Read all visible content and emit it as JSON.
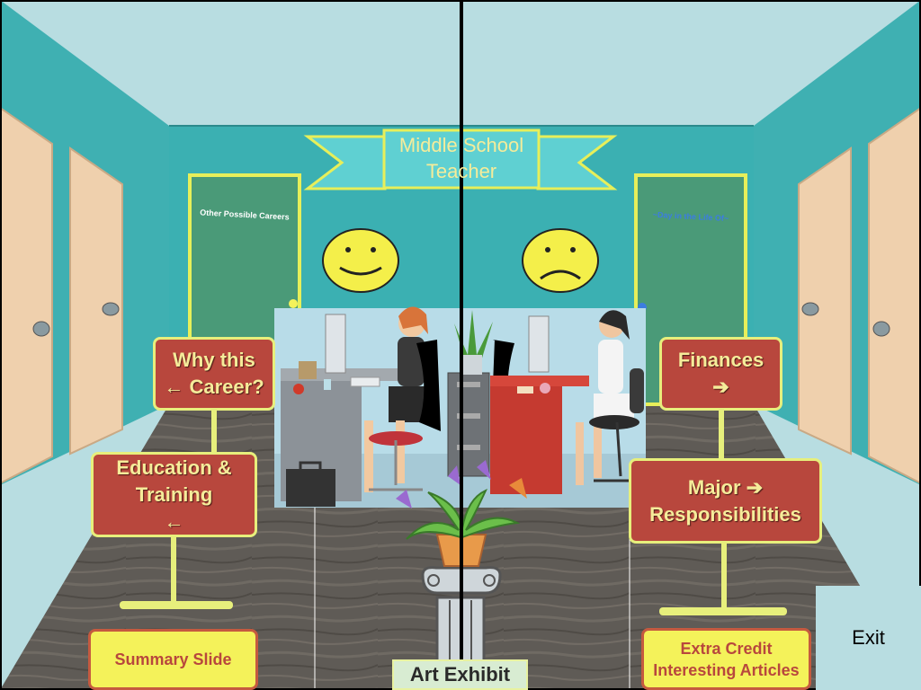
{
  "banner": {
    "line1": "Middle School",
    "line2": "Teacher"
  },
  "doors": {
    "left_label": "Other Possible Careers",
    "right_label": "~Day in the Life Of~"
  },
  "faces": {
    "left": "smiley-happy",
    "right": "smiley-sad"
  },
  "signs": {
    "why_line1": "Why this",
    "why_line2": "Career?",
    "why_arrow": "←",
    "education_line1": "Education &",
    "education_line2": "Training",
    "education_arrow": "←",
    "finances_line1": "Finances",
    "finances_arrow": "➔",
    "major_line1": "Major",
    "major_arrow": "➔",
    "major_line2": "Responsibilities"
  },
  "buttons": {
    "summary": "Summary Slide",
    "extra_line1": "Extra Credit",
    "extra_line2": "Interesting Articles",
    "art": "Art Exhibit",
    "exit": "Exit"
  },
  "colors": {
    "ceiling": "#b8dde1",
    "wall": "#3fb0b2",
    "back_wall": "#3bb0b2",
    "door_side": "#efd0ad",
    "door_green": "#4a9a78",
    "sign_red": "#b8473d",
    "sign_text": "#f5ec9a",
    "button_yellow": "#f4f25a",
    "floor": "#5e5a55"
  }
}
